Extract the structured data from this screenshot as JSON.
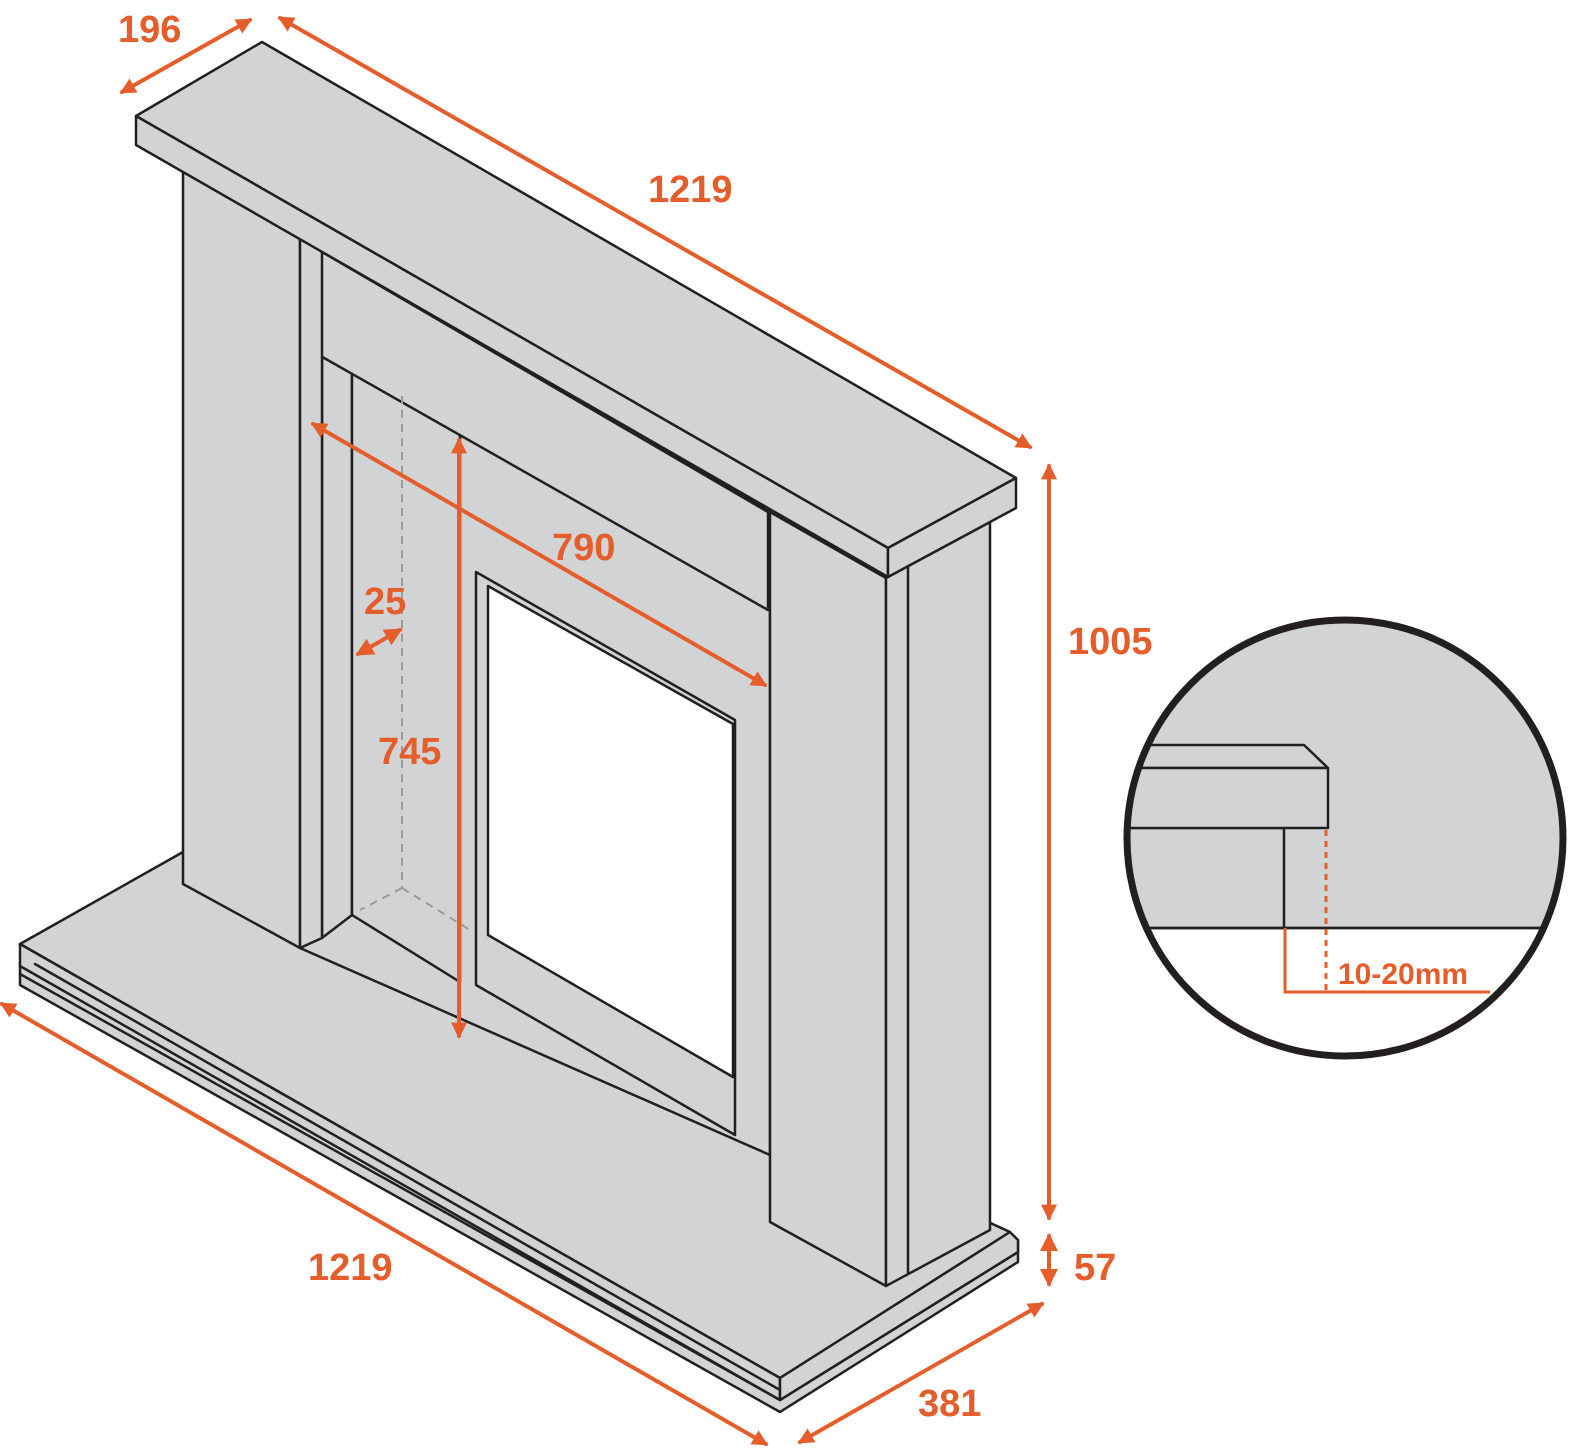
{
  "colors": {
    "accent": "#e55d2b",
    "surround_fill": "#d1d3d4",
    "outline": "#231f20",
    "opening": "#ffffff"
  },
  "dimensions": {
    "top_depth": "196",
    "top_width": "1219",
    "opening_width": "790",
    "inset_depth": "25",
    "opening_height": "745",
    "total_height": "1005",
    "hearth_height": "57",
    "hearth_width": "1219",
    "hearth_depth": "381"
  },
  "detail": {
    "gap_label": "10-20mm"
  }
}
